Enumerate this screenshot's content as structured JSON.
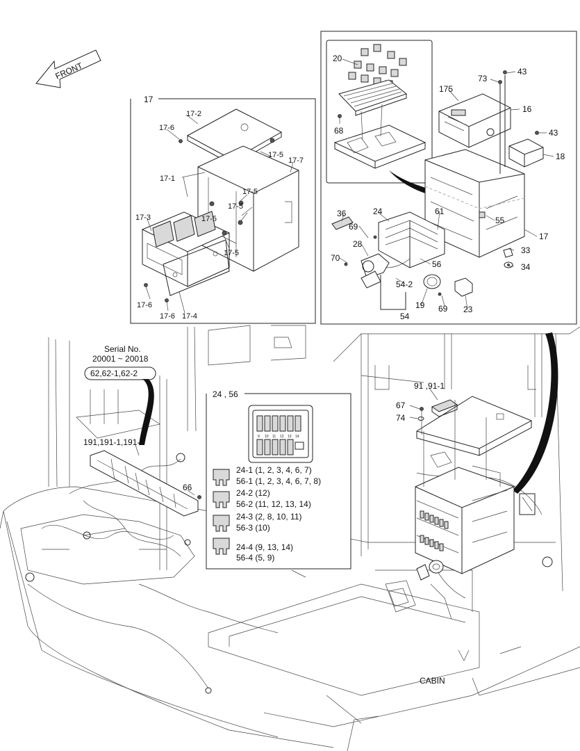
{
  "direction_arrow": {
    "text": "FRONT"
  },
  "callouts_17": {
    "frame_label": "17",
    "items": [
      "17-2",
      "17-6",
      "17-1",
      "17-5",
      "17-7",
      "17-5",
      "17-5",
      "17-3",
      "17-5",
      "17-5",
      "17-6",
      "17-6",
      "17-4"
    ]
  },
  "callouts_right": {
    "items": [
      "20",
      "68",
      "73",
      "43",
      "175",
      "16",
      "43",
      "18",
      "36",
      "24",
      "69",
      "61",
      "55",
      "17",
      "28",
      "70",
      "56",
      "33",
      "34",
      "54-2",
      "19",
      "69",
      "23",
      "54"
    ]
  },
  "serial_note": {
    "title": "Serial No.",
    "range": "20001 ~ 20018",
    "parts": "62,62-1,62-2"
  },
  "left_callouts": {
    "harness": "191,191-1,191-2",
    "part66": "66"
  },
  "fuse_legend": {
    "title": "24 , 56",
    "slot_numbers": [
      "9",
      "10",
      "11",
      "12",
      "13",
      "14"
    ],
    "rows": [
      {
        "a": "24-1  (1, 2, 3, 4, 6, 7)",
        "b": "56-1  (1, 2, 3, 4, 6, 7, 8)"
      },
      {
        "a": "24-2  (12)",
        "b": "56-2  (11, 12, 13, 14)"
      },
      {
        "a": "24-3  (2, 8, 10, 11)",
        "b": "56-3  (10)"
      },
      {
        "a": "24-4  (9, 13, 14)",
        "b": "56-4  (5, 9)"
      }
    ]
  },
  "cabin_callouts": {
    "relay": "91 ,91-1",
    "p67": "67",
    "p74": "74",
    "cabin_label": "CABIN"
  }
}
